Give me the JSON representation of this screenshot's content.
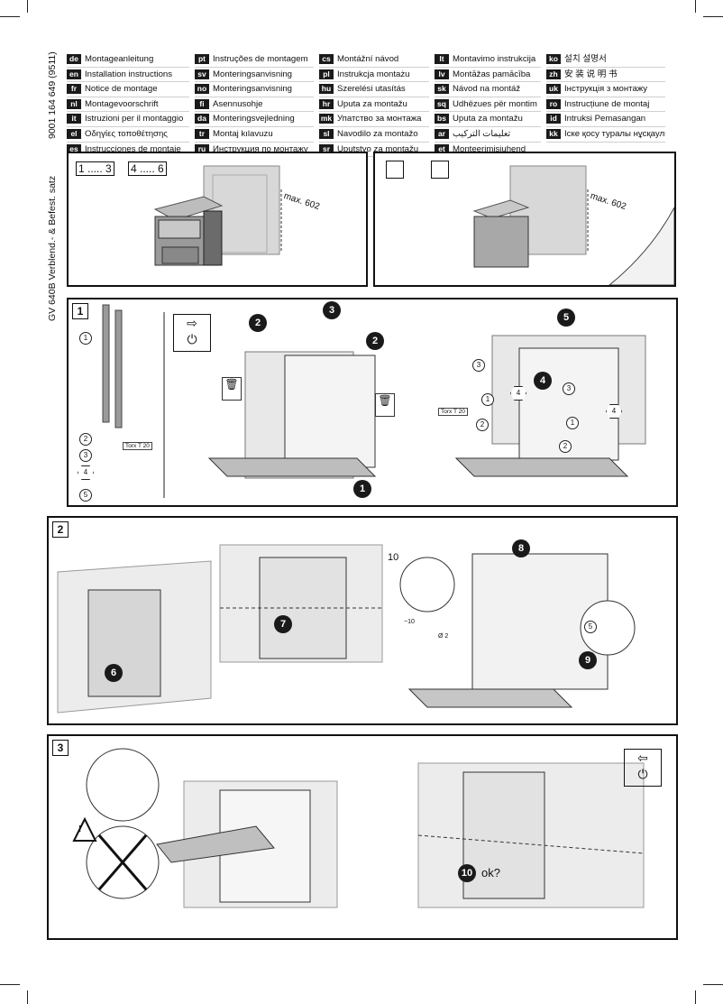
{
  "side_text": {
    "code": "9001 164 649 (9511)",
    "title": "GV 640B Verblend.- & Befest. satz"
  },
  "languages": [
    [
      {
        "code": "de",
        "text": "Montageanleitung"
      },
      {
        "code": "en",
        "text": "Installation instructions"
      },
      {
        "code": "fr",
        "text": "Notice de montage"
      },
      {
        "code": "nl",
        "text": "Montagevoorschrift"
      },
      {
        "code": "it",
        "text": "Istruzioni per il montaggio"
      },
      {
        "code": "el",
        "text": "Οδηγίες τοποθέτησης"
      },
      {
        "code": "es",
        "text": "Instrucciones de montaje"
      }
    ],
    [
      {
        "code": "pt",
        "text": "Instruções de montagem"
      },
      {
        "code": "sv",
        "text": "Monteringsanvisning"
      },
      {
        "code": "no",
        "text": "Monteringsanvisning"
      },
      {
        "code": "fi",
        "text": "Asennusohje"
      },
      {
        "code": "da",
        "text": "Monteringsvejledning"
      },
      {
        "code": "tr",
        "text": "Montaj kılavuzu"
      },
      {
        "code": "ru",
        "text": "Инструкция по монтажу"
      }
    ],
    [
      {
        "code": "cs",
        "text": "Montážní návod"
      },
      {
        "code": "pl",
        "text": "Instrukcja montażu"
      },
      {
        "code": "hu",
        "text": "Szerelési utasítás"
      },
      {
        "code": "hr",
        "text": "Uputa za montažu"
      },
      {
        "code": "mk",
        "text": "Упатство за монтажа"
      },
      {
        "code": "sl",
        "text": "Navodilo za montažo"
      },
      {
        "code": "sr",
        "text": "Uputstvo za montažu"
      }
    ],
    [
      {
        "code": "lt",
        "text": "Montavimo instrukcija"
      },
      {
        "code": "lv",
        "text": "Montāžas pamācība"
      },
      {
        "code": "sk",
        "text": "Návod na montáž"
      },
      {
        "code": "sq",
        "text": "Udhëzues për montim"
      },
      {
        "code": "bs",
        "text": "Uputa za montažu"
      },
      {
        "code": "ar",
        "text": "تعليمات التركيب"
      },
      {
        "code": "et",
        "text": "Monteerimisjuhend"
      }
    ],
    [
      {
        "code": "ko",
        "text": "설치 설명서"
      },
      {
        "code": "zh",
        "text": "安 装 说 明 书"
      },
      {
        "code": "uk",
        "text": "Інструкція з монтажу"
      },
      {
        "code": "ro",
        "text": "Instrucțiune de montaj"
      },
      {
        "code": "id",
        "text": "Intruksi Pemasangan"
      },
      {
        "code": "kk",
        "text": "Іске қосу туралы нұсқаулық"
      }
    ]
  ],
  "panel_a": {
    "range1": "1 ..... 3",
    "range2": "4 ..... 6",
    "max": "max. 602"
  },
  "panel_b": {
    "max": "max. 602"
  },
  "panel1": {
    "num": "1",
    "torx": "Torx T 20",
    "steps": [
      "1",
      "2",
      "3",
      "2",
      "5",
      "4"
    ],
    "parts": [
      "1",
      "2",
      "3",
      "4",
      "5"
    ],
    "callouts": [
      "3",
      "4",
      "1",
      "2",
      "4",
      "1",
      "2",
      "3"
    ]
  },
  "panel2": {
    "num": "2",
    "steps": [
      "6",
      "7",
      "8",
      "9"
    ],
    "ten": "10",
    "dims": [
      "~10",
      "Ø 2"
    ],
    "callout": "5"
  },
  "panel3": {
    "num": "3",
    "step": "10",
    "ok": "ok?"
  }
}
